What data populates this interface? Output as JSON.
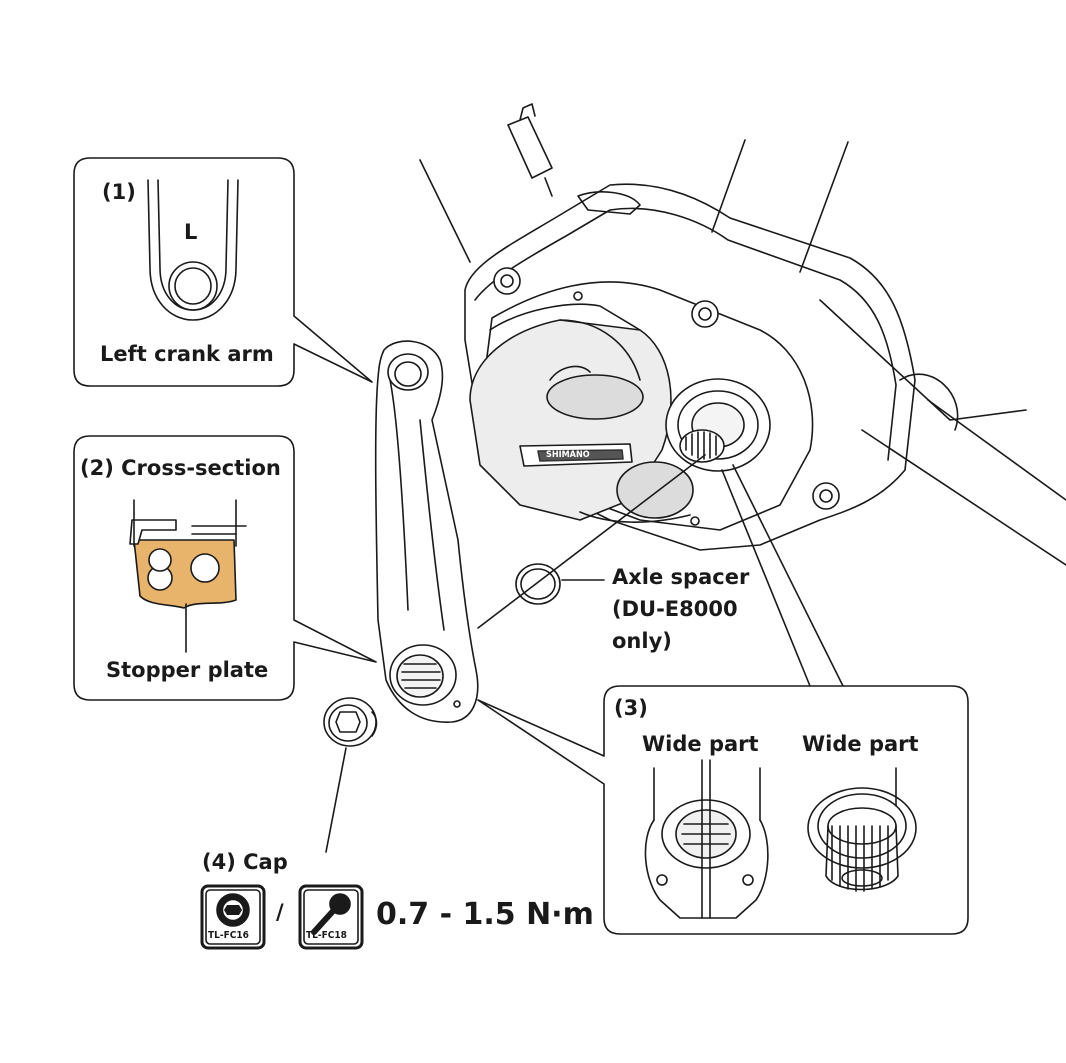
{
  "callouts": {
    "left_crank": {
      "number": "(1)",
      "marking": "L",
      "caption": "Left crank arm"
    },
    "cross_section": {
      "title": "(2) Cross-section",
      "caption": "Stopper plate"
    },
    "wide_part": {
      "number": "(3)",
      "label_left": "Wide part",
      "label_right": "Wide part"
    }
  },
  "spacer": {
    "line1": "Axle spacer",
    "line2": "(DU-E8000",
    "line3": "only)"
  },
  "cap": {
    "title": "(4) Cap",
    "tool_1": "TL-FC16",
    "separator": "/",
    "tool_2": "TL-FC18",
    "torque": "0.7 - 1.5 N·m"
  },
  "motor": {
    "brand": "SHIMANO"
  },
  "colors": {
    "line": "#1a1a1a",
    "stopper_plate": "#e8b36a",
    "motor_shade": "#e4e4e4"
  }
}
